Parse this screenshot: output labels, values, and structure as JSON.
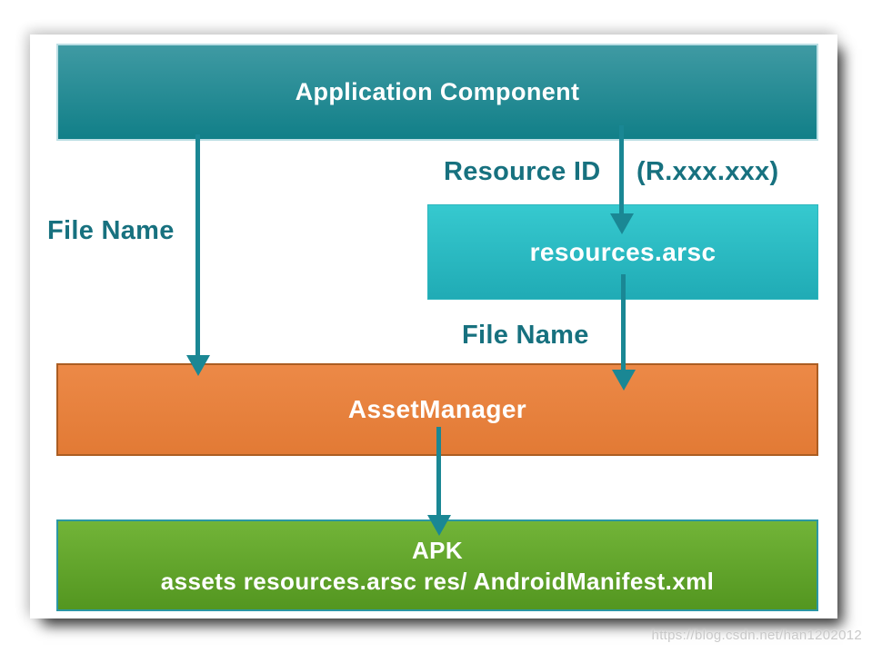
{
  "diagram": {
    "title_hint": "Android resource loading flow",
    "nodes": {
      "app_component": {
        "label": "Application Component"
      },
      "resources_arsc": {
        "label": "resources.arsc"
      },
      "asset_manager": {
        "label": "AssetManager"
      },
      "apk": {
        "title": "APK",
        "contents": "assets resources.arsc res/ AndroidManifest.xml"
      }
    },
    "edge_labels": {
      "resource_id": "Resource ID",
      "resource_id_pattern": "(R.xxx.xxx)",
      "file_name_left": "File Name",
      "file_name_right": "File Name"
    },
    "colors": {
      "node_app_top": "#3f9aa3",
      "node_app_bottom": "#117f88",
      "node_arsc_top": "#36c9cf",
      "node_arsc_bottom": "#20abb5",
      "node_asset_manager": "#e8813e",
      "node_asset_manager_border": "#ab5d22",
      "node_apk_top": "#72b438",
      "node_apk_bottom": "#539620",
      "node_apk_border": "#2b97a4",
      "arrow": "#1a8794",
      "label_text": "#17717f"
    }
  },
  "watermark": "https://blog.csdn.net/han1202012"
}
